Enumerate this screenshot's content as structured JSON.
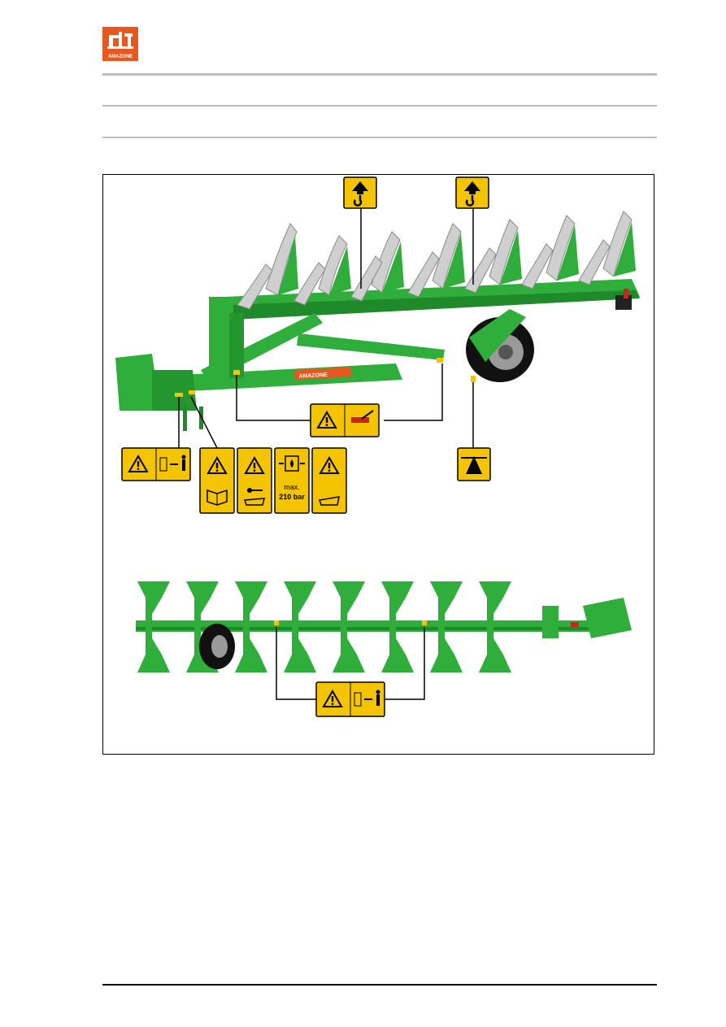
{
  "brand": {
    "logo_text": "AMAZONE",
    "logo_color": "#e8571e"
  },
  "colors": {
    "machine_green": "#2fae3b",
    "sign_yellow": "#f4c400",
    "rule_gray": "#bdbdbd"
  },
  "figure": {
    "machine_badge": "AMAZONE",
    "pressure_sign": {
      "line1": "max.",
      "line2": "210 bar"
    }
  }
}
